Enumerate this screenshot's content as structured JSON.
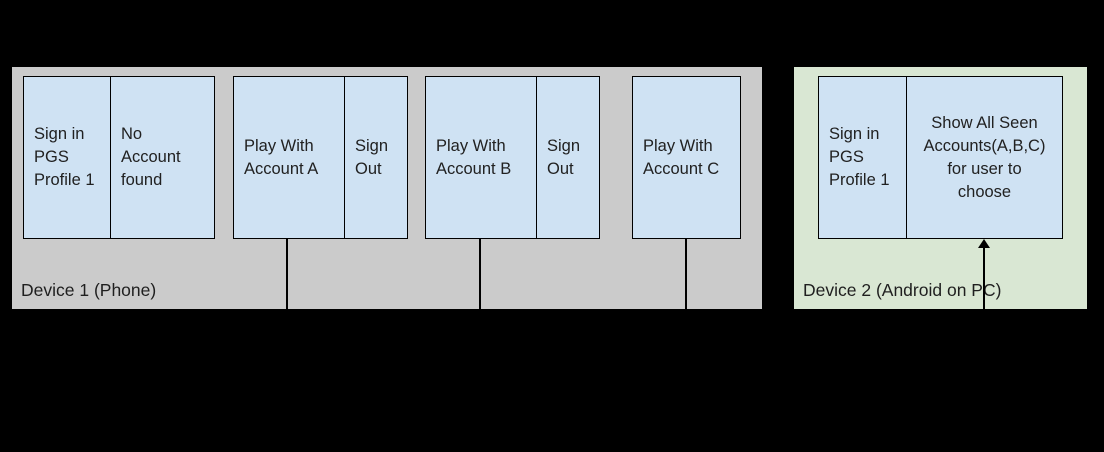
{
  "colors": {
    "background": "#000000",
    "device1_panel_bg": "#cbcbcb",
    "device2_panel_bg": "#d9e7d3",
    "process_box_bg": "#cfe2f3",
    "border": "#000000",
    "text": "#212121"
  },
  "device1": {
    "label": "Device 1 (Phone)",
    "boxes": {
      "sign_in": "Sign in PGS Profile 1",
      "no_account": "No Account found",
      "play_a": "Play With Account A",
      "sign_out_a": "Sign Out",
      "play_b": "Play With Account B",
      "sign_out_b": "Sign Out",
      "play_c": "Play With Account C"
    }
  },
  "device2": {
    "label": "Device 2 (Android on PC)",
    "boxes": {
      "sign_in": "Sign in PGS Profile 1",
      "show_accounts": "Show All Seen Accounts(A,B,C) for user to choose"
    }
  }
}
